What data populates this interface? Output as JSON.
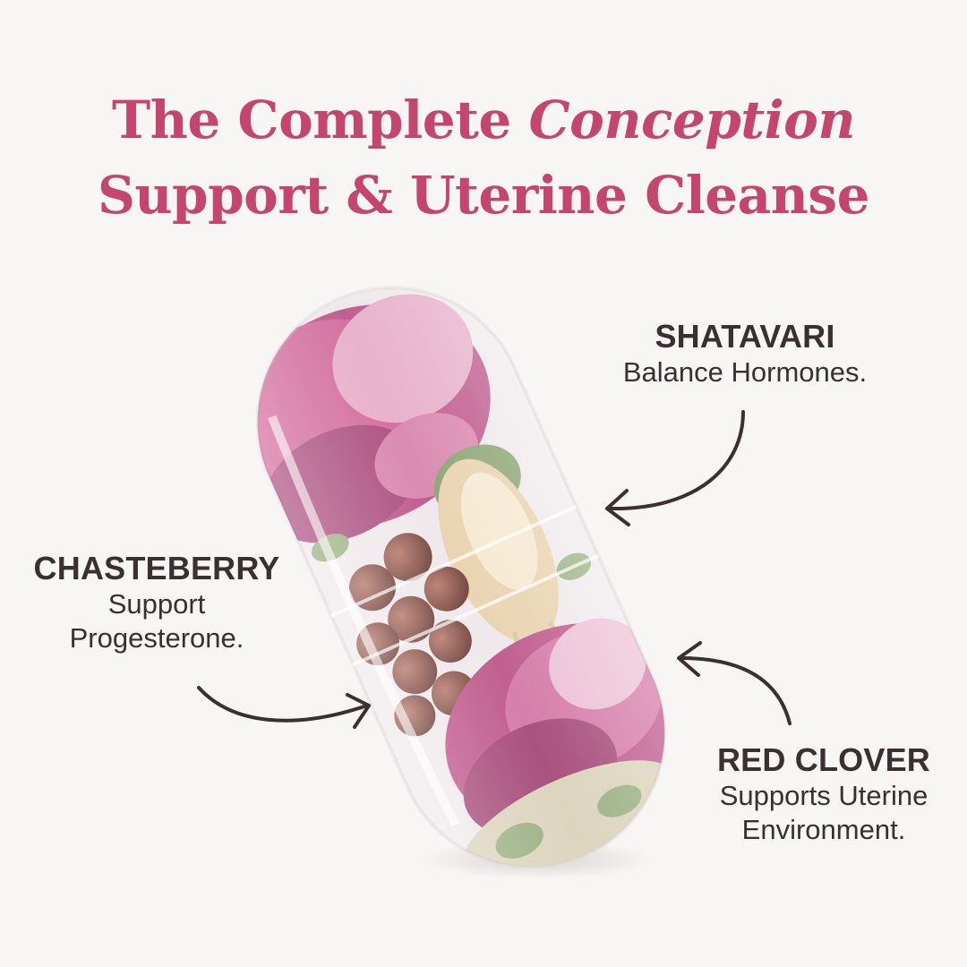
{
  "headline": {
    "line1_prefix": "The Complete ",
    "line1_italic": "Conception",
    "line2": "Support & Uterine Cleanse"
  },
  "callouts": {
    "shatavari": {
      "name": "SHATAVARI",
      "desc": "Balance Hormones."
    },
    "chasteberry": {
      "name": "CHASTEBERRY",
      "desc_line1": "Support",
      "desc_line2": "Progesterone."
    },
    "red_clover": {
      "name": "RED CLOVER",
      "desc_line1": "Supports Uterine",
      "desc_line2": "Environment."
    }
  },
  "colors": {
    "headline": "#c4466d",
    "text": "#3b3030",
    "background": "#f7f6f4",
    "clover": "#b8457e"
  },
  "icons": [
    "capsule-image",
    "arrow-to-shatavari",
    "arrow-to-chasteberry",
    "arrow-to-red-clover"
  ]
}
